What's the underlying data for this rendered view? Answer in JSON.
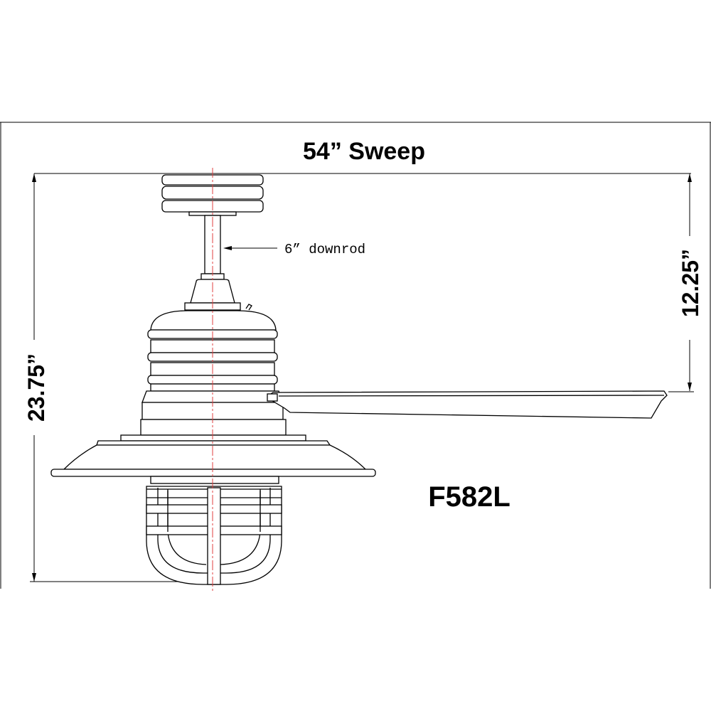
{
  "diagram": {
    "sweep_label": "54” Sweep",
    "height_label": "23.75”",
    "blade_height_label": "12.25”",
    "downrod_label": "6” downrod",
    "model_label": "F582L"
  },
  "colors": {
    "line": "#000000",
    "centerline": "#e04040",
    "background": "#ffffff"
  }
}
